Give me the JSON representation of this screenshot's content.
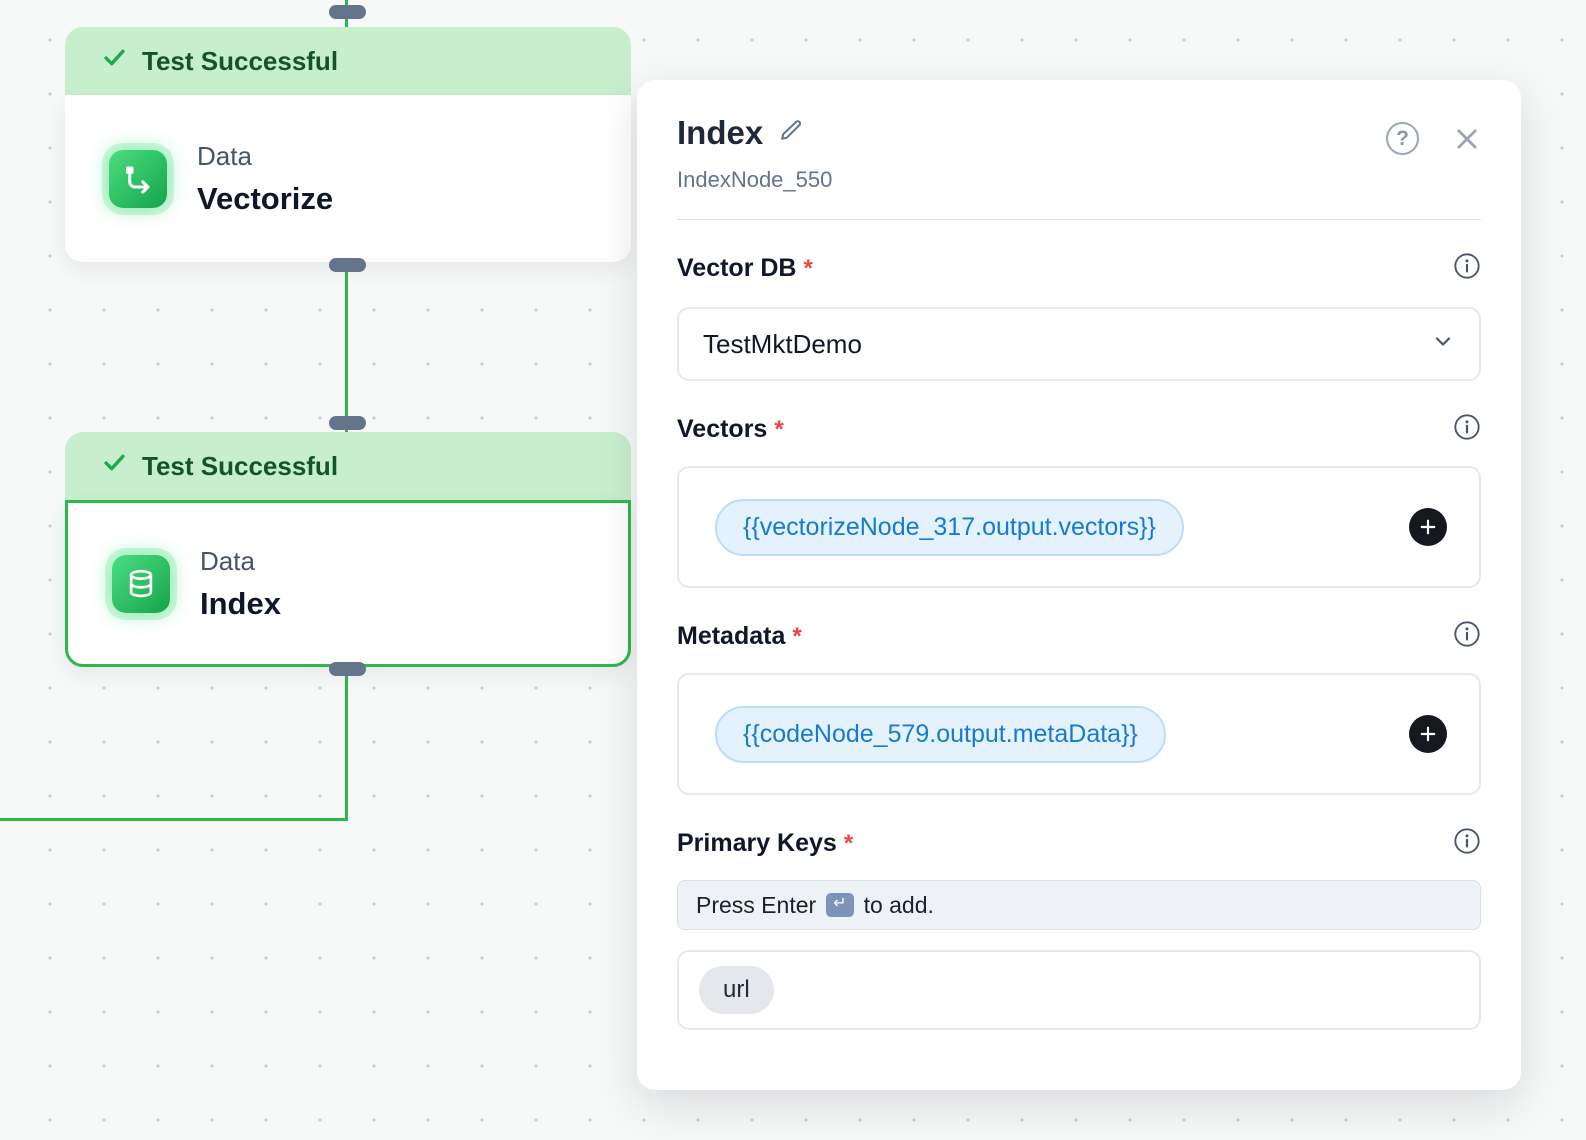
{
  "colors": {
    "accent_green": "#2eb84b",
    "banner_bg": "#c8efcb",
    "banner_text": "#14532d",
    "chip_blue_bg": "#e3f2fd",
    "chip_blue_text": "#177ad0",
    "required_red": "#ef4444"
  },
  "canvas": {
    "nodes": [
      {
        "status_label": "Test Successful",
        "category": "Data",
        "title": "Vectorize",
        "icon": "vectorize-icon"
      },
      {
        "status_label": "Test Successful",
        "category": "Data",
        "title": "Index",
        "icon": "database-icon",
        "selected": true
      }
    ]
  },
  "panel": {
    "title": "Index",
    "subtitle": "IndexNode_550",
    "vector_db": {
      "label": "Vector DB",
      "required": "*",
      "value": "TestMktDemo"
    },
    "vectors": {
      "label": "Vectors",
      "required": "*",
      "chip": "{{vectorizeNode_317.output.vectors}}"
    },
    "metadata": {
      "label": "Metadata",
      "required": "*",
      "chip": "{{codeNode_579.output.metaData}}"
    },
    "primary_keys": {
      "label": "Primary Keys",
      "required": "*",
      "placeholder_prefix": "Press Enter",
      "enter_symbol": "↵",
      "placeholder_suffix": "to add.",
      "tag": "url"
    }
  }
}
